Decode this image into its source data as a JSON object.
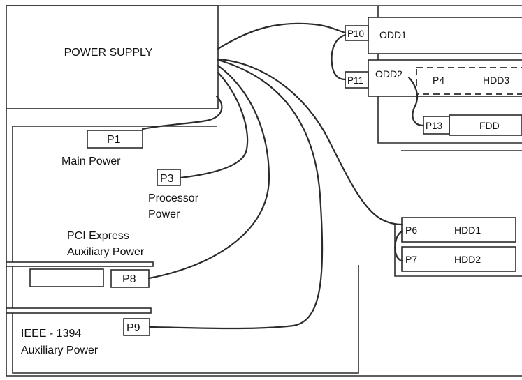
{
  "power_supply": {
    "label": "POWER SUPPLY"
  },
  "connectors": {
    "p1": {
      "label": "P1",
      "caption": [
        "Main Power"
      ]
    },
    "p3": {
      "label": "P3",
      "caption": [
        "Processor",
        "Power"
      ]
    },
    "p8": {
      "label": "P8",
      "caption": [
        "PCI Express",
        "Auxiliary Power"
      ]
    },
    "p9": {
      "label": "P9",
      "caption": [
        "IEEE - 1394",
        "Auxiliary Power"
      ]
    },
    "p10": {
      "label": "P10",
      "device": "ODD1"
    },
    "p11": {
      "label": "P11",
      "device": "ODD2"
    },
    "p4": {
      "label": "P4",
      "device": "HDD3"
    },
    "p13": {
      "label": "P13",
      "device": "FDD"
    },
    "p6": {
      "label": "P6",
      "device": "HDD1"
    },
    "p7": {
      "label": "P7",
      "device": "HDD2"
    }
  }
}
